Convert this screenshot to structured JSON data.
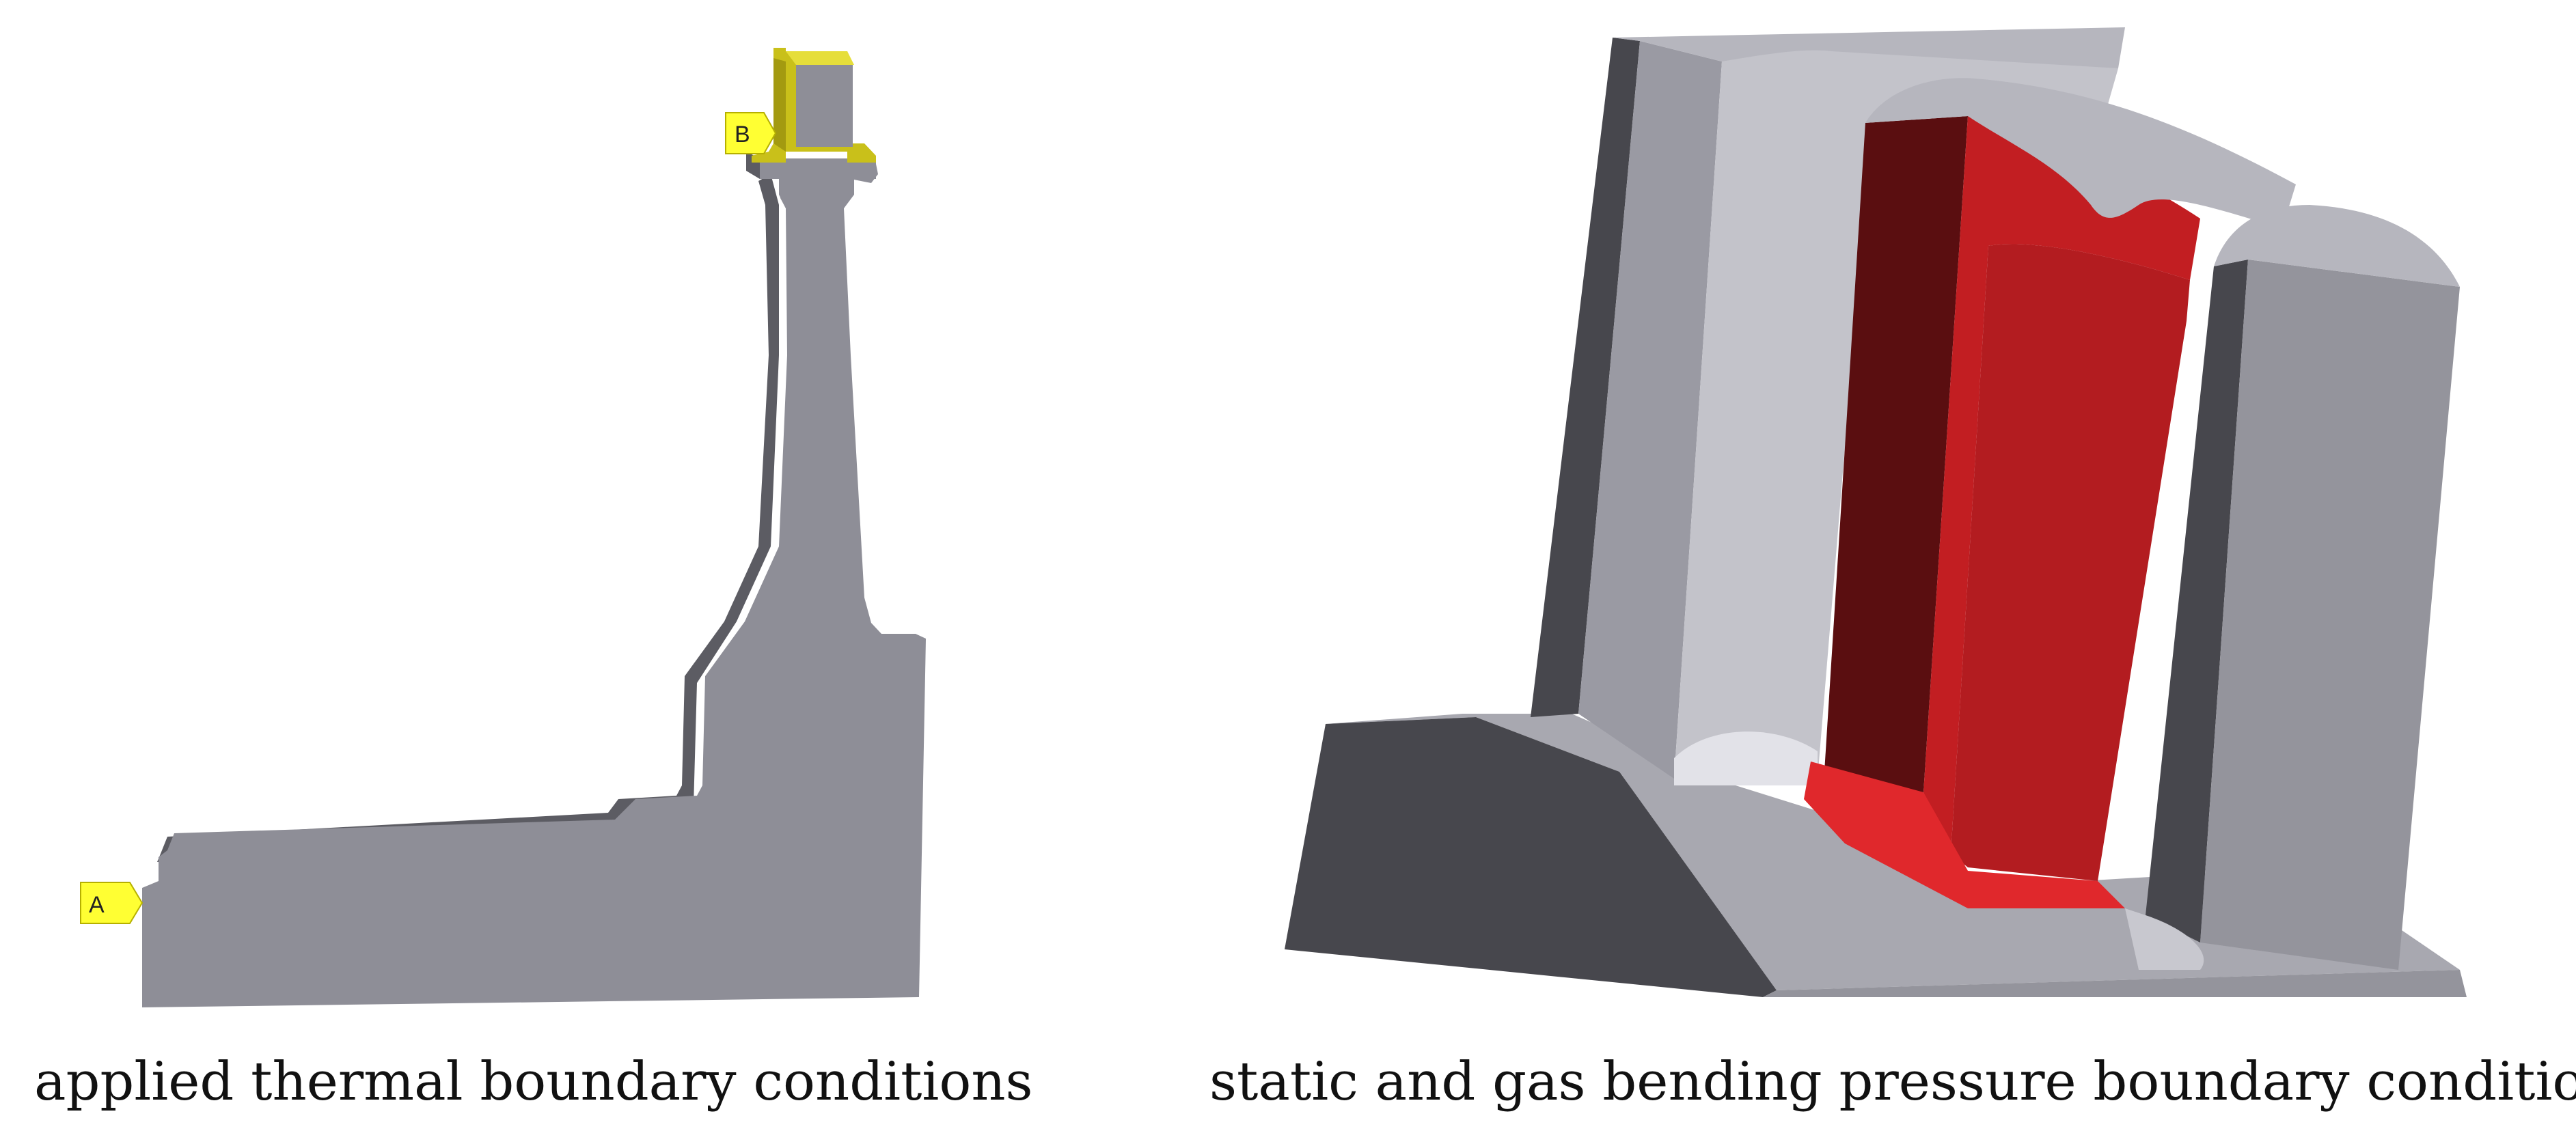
{
  "left_panel": {
    "caption": "applied thermal boundary conditions",
    "markers": [
      {
        "label": "A"
      },
      {
        "label": "B"
      }
    ],
    "colors": {
      "body": "#8e8e97",
      "body_dark": "#5c5c63",
      "highlight": "#c9c01a",
      "marker_fill": "#ffff33"
    }
  },
  "right_panel": {
    "caption": "static and gas bending pressure boundary conditions",
    "colors": {
      "body": "#a8a8b0",
      "body_dark": "#47474d",
      "pressure_surface": "#c21e22",
      "pressure_dark": "#5a0e10"
    }
  }
}
